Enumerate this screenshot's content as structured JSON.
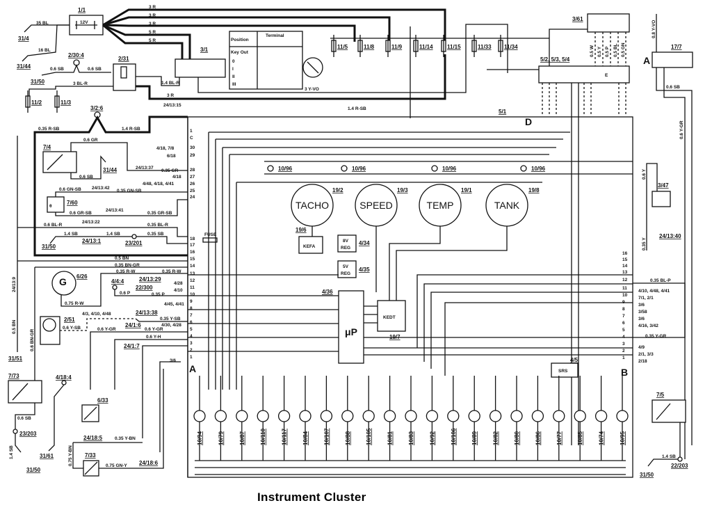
{
  "title": "Instrument Cluster",
  "components": {
    "battery": {
      "ref": "1/1",
      "label": "12V"
    },
    "ignition_switch": {
      "ref": "3/1",
      "table_header_position": "Position",
      "table_header_terminal": "Terminal",
      "positions": [
        "Key Out",
        "0",
        "I",
        "II",
        "III"
      ],
      "wire": "3 Y-VO"
    },
    "relay_2_31": {
      "ref": "2/31"
    },
    "switch_2_30_4": {
      "ref": "2/30:4"
    },
    "switch_3_2_6": {
      "ref": "3/2:6"
    },
    "sensor_7_4": {
      "ref": "7/4"
    },
    "sensor_7_60": {
      "ref": "7/60"
    },
    "generator": {
      "ref": "6/26",
      "symbol": "G"
    },
    "horn_2_51": {
      "ref": "2/51"
    },
    "sensor_7_73": {
      "ref": "7/73"
    },
    "sensor_6_33": {
      "ref": "6/33"
    },
    "sensor_7_33": {
      "ref": "7/33"
    },
    "sensor_7_5": {
      "ref": "7/5"
    },
    "switch_3_47": {
      "ref": "3/47"
    },
    "module_3_61": {
      "ref": "3/61"
    },
    "module_5_2": {
      "ref": "5/2, 5/3, 5/4",
      "connector": "E"
    },
    "diag_17_7": {
      "ref": "17/7",
      "side": "A"
    },
    "connector_5_1": {
      "ref": "5/1",
      "side": "D"
    }
  },
  "fuses": [
    {
      "ref": "11/2"
    },
    {
      "ref": "11/3"
    },
    {
      "ref": "11/5"
    },
    {
      "ref": "11/8"
    },
    {
      "ref": "11/9"
    },
    {
      "ref": "11/14"
    },
    {
      "ref": "11/15"
    },
    {
      "ref": "11/33"
    },
    {
      "ref": "11/34"
    }
  ],
  "gauges": [
    {
      "name": "TACHO",
      "ref": "19/2"
    },
    {
      "name": "SPEED",
      "ref": "19/3"
    },
    {
      "name": "TEMP",
      "ref": "19/1"
    },
    {
      "name": "TANK",
      "ref": "19/8"
    }
  ],
  "lamps_top": [
    "10/96",
    "10/96",
    "10/96",
    "10/96"
  ],
  "internal": {
    "kefa": {
      "label": "KEFA",
      "ref": "19/6"
    },
    "reg8": {
      "label1": "8V",
      "label2": "REG",
      "ref": "4/34"
    },
    "reg5": {
      "label1": "5V",
      "label2": "REG",
      "ref": "4/35"
    },
    "mp": {
      "label": "μP",
      "ref": "4/36"
    },
    "kedt": {
      "label": "KEDT",
      "ref": "19/7"
    },
    "srs": {
      "label": "SRS",
      "ref": "4/5"
    },
    "fuse": {
      "label": "FUSE"
    }
  },
  "indicators": [
    "10/94",
    "10/79",
    "10/87",
    "10/110",
    "10/117",
    "10/84",
    "10/107",
    "10/88",
    "10/105",
    "10/81",
    "10/83",
    "10/92",
    "10/106",
    "10/89",
    "10/82",
    "10/80",
    "10/86",
    "10/77",
    "10/85",
    "10/74",
    "10/95"
  ],
  "connector_c_pins": [
    "1",
    "C",
    "30",
    "29",
    "28",
    "27",
    "26",
    "25",
    "24",
    "18",
    "17",
    "16",
    "15",
    "14",
    "13",
    "12",
    "11",
    "10",
    "9",
    "8",
    "7",
    "6",
    "5",
    "4",
    "3",
    "2",
    "1",
    "A"
  ],
  "connector_b_pins": [
    "16",
    "15",
    "14",
    "13",
    "12",
    "11",
    "10",
    "9",
    "8",
    "7",
    "6",
    "5",
    "4",
    "3",
    "2",
    "1",
    "B"
  ],
  "wire_labels": {
    "w1": "3 R",
    "w2": "3 R",
    "w3": "3 R",
    "w4": "5 R",
    "w5": "5 R",
    "w6": "35 BL",
    "w7": "16 BL",
    "w8": "0.6 SB",
    "w9": "0.6 SB",
    "w10": "3 BL-R",
    "w11": "1.4 BL-R",
    "w12": "3 R",
    "w13": "24/13:15",
    "w14": "1.4 R-SB",
    "w15": "0.35 R-SB",
    "w16": "1.4 R-SB",
    "w17": "0.6 GR",
    "w18": "0.6 SB",
    "w19": "24/13:37",
    "w20": "0.35 GR",
    "w21": "0.6 GN-SB",
    "w22": "24/13:42",
    "w23": "0.35 GN-SB",
    "w24": "0.6 GR-SB",
    "w25": "24/13:41",
    "w26": "0.35 GR-SB",
    "w27": "0.6 BL-R",
    "w28": "24/13:22",
    "w29": "0.35 BL-R",
    "w30": "1.4 SB",
    "w31": "1.4 SB",
    "w32": "24/13:1",
    "w33": "23/201",
    "w34": "0.35 SB",
    "w35": "0.5 BN",
    "w36": "0.35 BN-GR",
    "w37": "0.35 R-W",
    "w38": "0.35 R-W",
    "w39": "24/13:29",
    "w40": "0.6 P",
    "w41": "22/300",
    "w42": "0.35 P",
    "w43": "0.75 R-W",
    "w44": "24/13:38",
    "w45": "0.35 Y-SB",
    "w46": "0.6 Y-SB",
    "w47": "0.6 Y-GR",
    "w48": "24/1:6",
    "w49": "0.6 Y-GR",
    "w50": "0.6 Y-H",
    "w51": "24/1:7",
    "w52": "0.35 BL-P",
    "w53": "0.35 Y-GR",
    "w54": "0.6 SB",
    "w55": "0.6 Y-GR",
    "w56": "0.6 Y",
    "w57": "0.35 Y",
    "w58": "24/13:40",
    "w59": "0.8 Y-VO",
    "w60": "1.4 SB",
    "w61": "22/203",
    "w62": "0.6 SB",
    "w63": "0.35 Y-BN",
    "w64": "24/18:5",
    "w65": "0.75 GN-Y",
    "w66": "24/18:6",
    "w67": "0.75 Y-BN",
    "w68": "1.4 SB",
    "w69": "23/203",
    "w70": "0.6 SB",
    "w71": "0.6 BN-GR",
    "w72": "0.5 BN",
    "w73": "24/13:9"
  },
  "grounds": [
    "31/4",
    "31/44",
    "31/50",
    "31/44",
    "31/50",
    "31/51",
    "31/61",
    "31/50",
    "31/50"
  ],
  "pin_refs_left": [
    "4/18, 7/8",
    "6/18",
    "4/18",
    "4/48, 4/18, 4/41",
    "4/28",
    "4/10",
    "4/45, 4/41",
    "4/3, 4/10, 4/48",
    "4/30, 4/28",
    "3/6",
    "4/4:4",
    "4/18:4"
  ],
  "pin_refs_right": [
    "4/10, 4/48, 4/41",
    "7/1, 2/1",
    "3/6",
    "3/58",
    "3/6",
    "4/16, 3/42",
    "4/9",
    "2/1, 3/3",
    "2/18"
  ],
  "module_3_61_wires": [
    "0.5 W",
    "0.5 Y",
    "0.5 P",
    "0.5 BL",
    "0.5 GN"
  ]
}
